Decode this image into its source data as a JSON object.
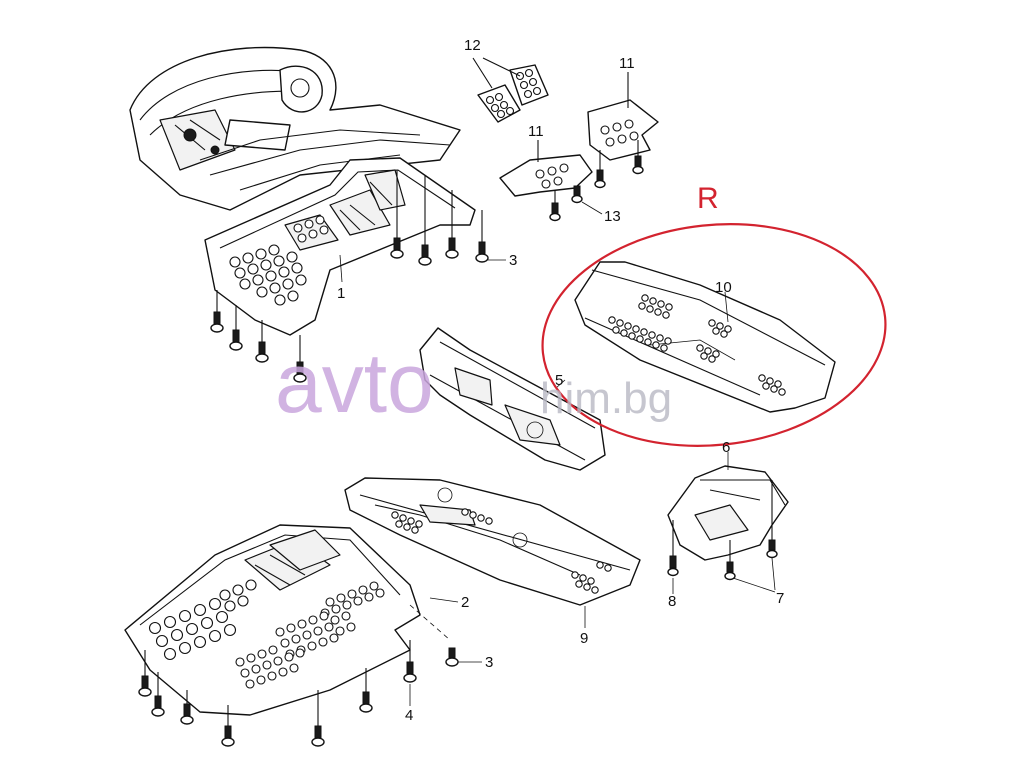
{
  "callouts": {
    "c1": "1",
    "c2": "2",
    "c3a": "3",
    "c3b": "3",
    "c4": "4",
    "c5": "5",
    "c6": "6",
    "c7": "7",
    "c8": "8",
    "c9": "9",
    "c10": "10",
    "c11a": "11",
    "c11b": "11",
    "c12": "12",
    "c13": "13"
  },
  "highlight": {
    "label": "R",
    "color": "#d3232f"
  },
  "watermark": {
    "brand": "avto",
    "domain": "him.bg",
    "brand_color": "#c9a6dd"
  }
}
